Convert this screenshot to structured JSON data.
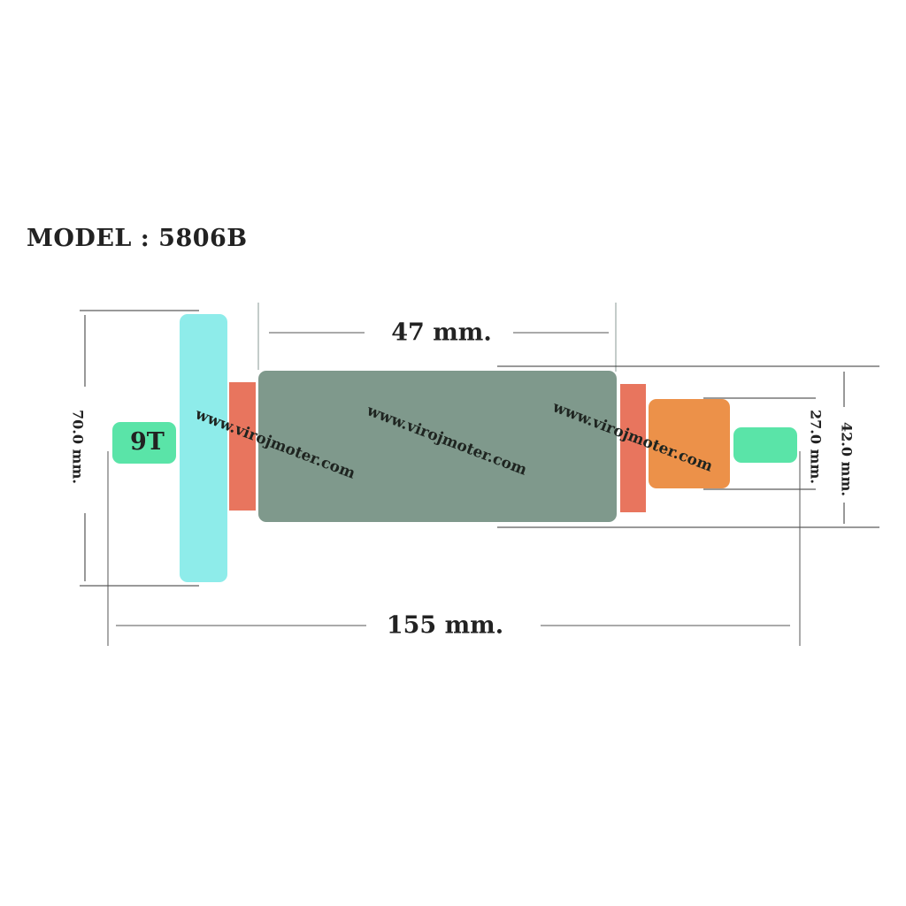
{
  "title": "MODEL : 5806B",
  "teeth_label": "9T",
  "dimensions": {
    "core_length": "47 mm.",
    "overall_length": "155 mm.",
    "fan_diameter": "70.0 mm.",
    "core_diameter": "42.0 mm.",
    "commutator_diameter": "27.0 mm."
  },
  "watermark": "www.virojmoter.com",
  "colors": {
    "fan": "#8eecea",
    "insulator": "#e8755e",
    "core": "#7f998c",
    "commutator": "#ec9149",
    "shaft_end": "#5ae4a8"
  }
}
